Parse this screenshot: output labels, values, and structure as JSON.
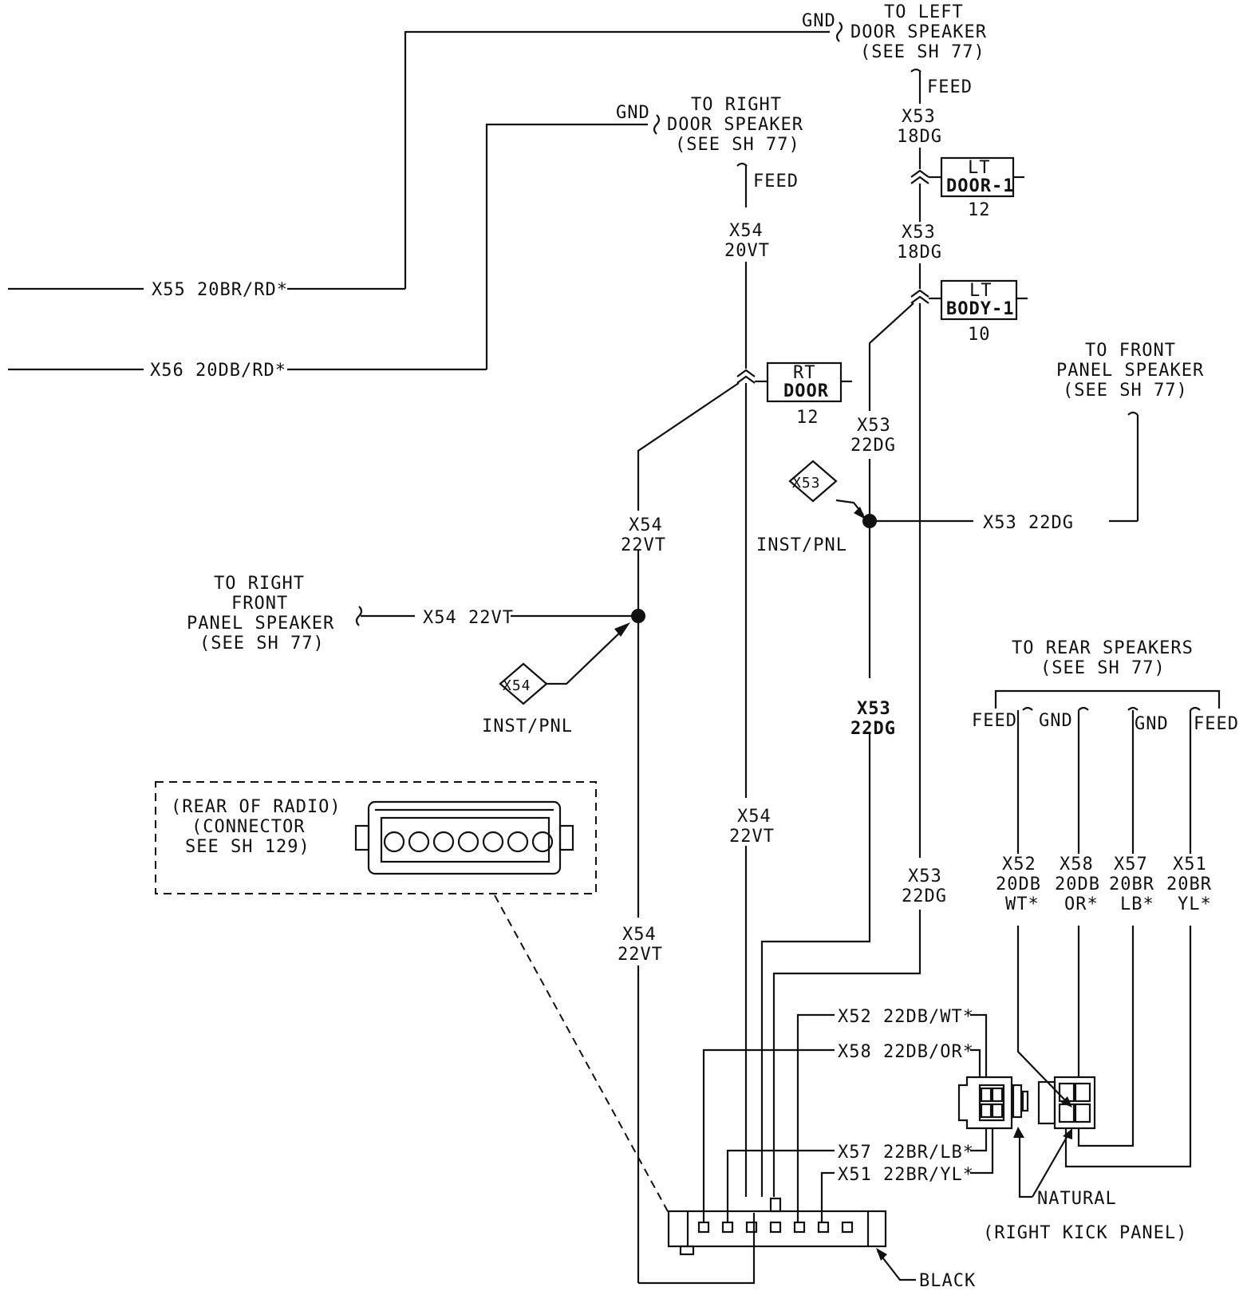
{
  "labels": {
    "x55": "X55 20BR/RD*",
    "x56": "X56 20DB/RD*",
    "gnd": "GND",
    "feed": "FEED",
    "to": "TO",
    "left_door_speaker_1": "TO LEFT",
    "left_door_speaker_2": "DOOR SPEAKER",
    "see_sh_77": "(SEE SH 77)",
    "right_door_speaker_1": "TO RIGHT",
    "right_door_speaker_2": "DOOR SPEAKER",
    "front_panel_1": "TO FRONT",
    "front_panel_2": "PANEL SPEAKER",
    "right_front_1": "TO RIGHT",
    "right_front_2": "FRONT",
    "right_front_3": "PANEL SPEAKER",
    "x53": "X53",
    "18dg": "18DG",
    "22dg": "22DG",
    "x54": "X54",
    "20vt": "20VT",
    "22vt": "22VT",
    "x53_22dg": "X53 22DG",
    "x54_22vt": "X54 22VT",
    "inst_pnl": "INST/PNL",
    "rear_speakers_1": "TO REAR SPEAKERS",
    "rear_speakers_2": "(SEE SH 77)",
    "x52": "X52",
    "x58": "X58",
    "x57": "X57",
    "x51": "X51",
    "20db": "20DB",
    "20br": "20BR",
    "wt": "WT*",
    "or": "OR*",
    "lb": "LB*",
    "yl": "YL*",
    "x52_long": "X52 22DB/WT*",
    "x58_long": "X58 22DB/OR*",
    "x57_long": "X57 22BR/LB*",
    "x51_long": "X51 22BR/YL*",
    "natural": "NATURAL",
    "right_kick_panel": "(RIGHT KICK PANEL)",
    "black": "BLACK",
    "rear_radio_1": "(REAR OF RADIO)",
    "rear_radio_2": "(CONNECTOR",
    "rear_radio_3": "SEE SH 129)"
  },
  "connectors": {
    "lt_door_1_top": "LT",
    "lt_door_1_bot": "DOOR-1",
    "lt_door_1_pin": "12",
    "lt_body_1_top": "LT",
    "lt_body_1_bot": "BODY-1",
    "lt_body_1_pin": "10",
    "rt_door_top": "RT",
    "rt_door_bot": "DOOR",
    "rt_door_pin": "12",
    "splice_x53": "X53",
    "splice_x54": "X54"
  }
}
